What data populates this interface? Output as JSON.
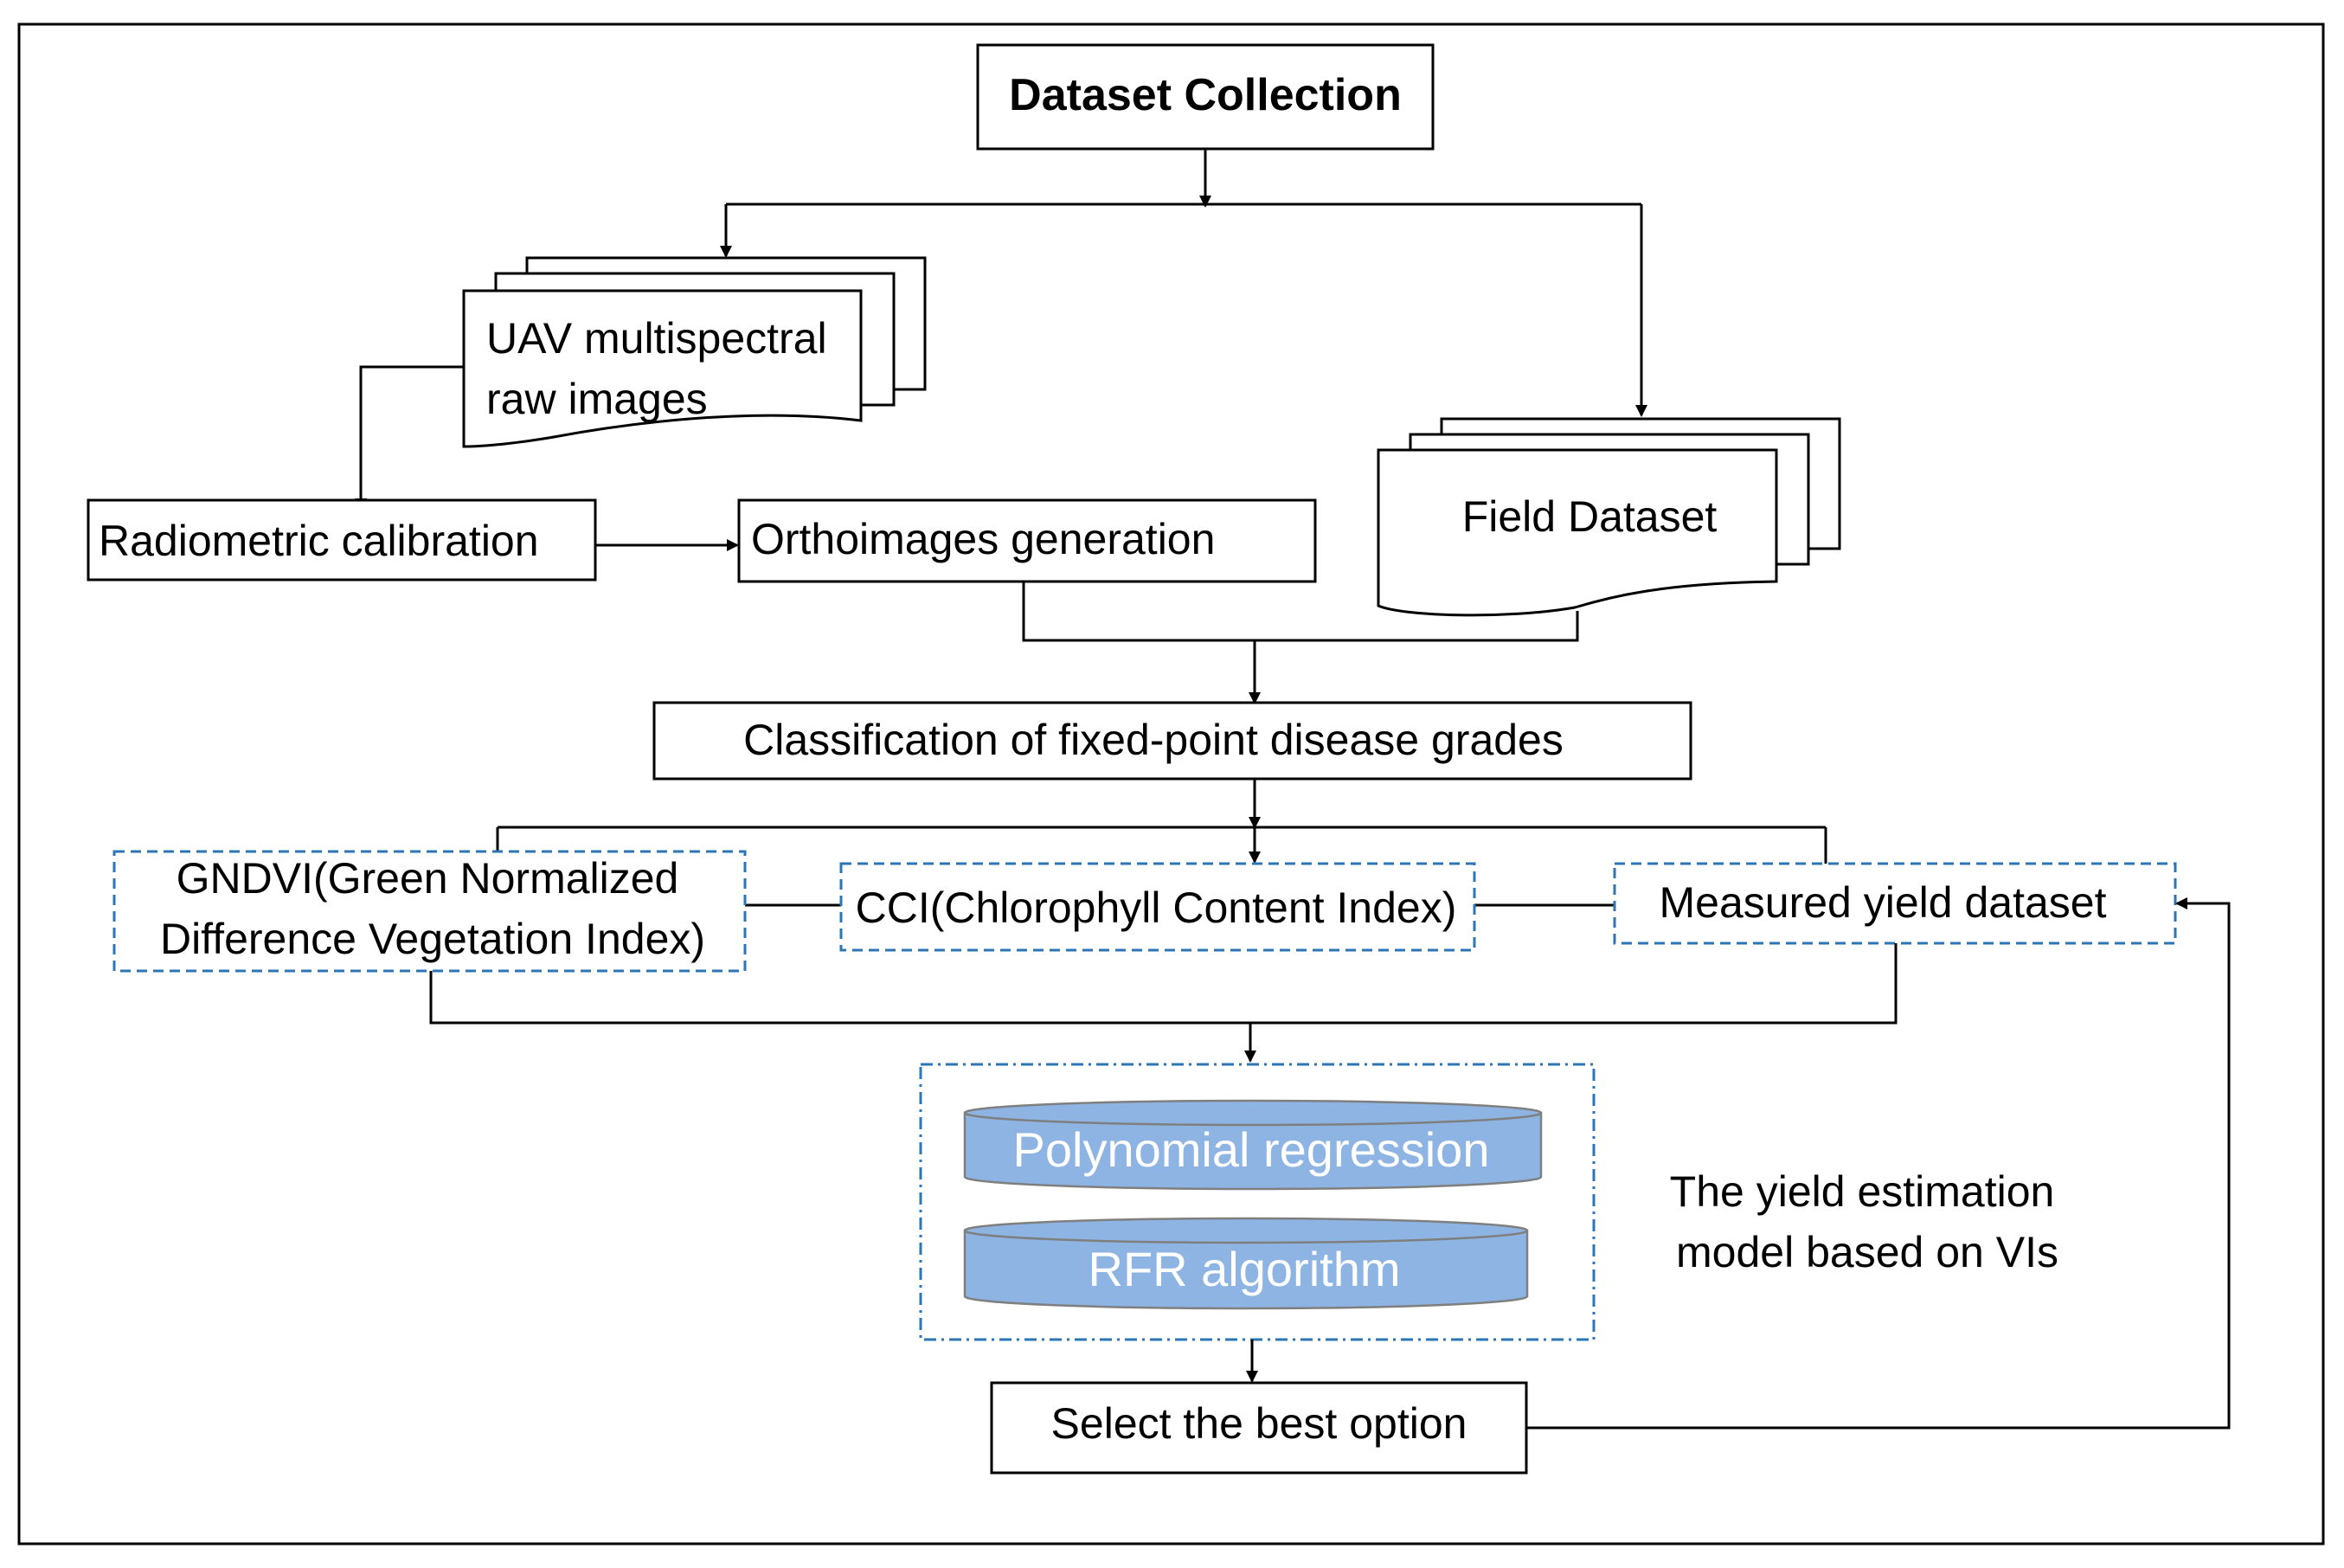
{
  "nodes": {
    "dataset_collection": "Dataset Collection",
    "uav_images_line1": "UAV multispectral",
    "uav_images_line2": "raw images",
    "field_dataset": "Field Dataset",
    "radiometric_calibration": "Radiometric calibration",
    "orthoimages_generation": "Orthoimages generation",
    "classification": "Classification of fixed-point disease grades",
    "gndvi_line1": "GNDVI(Green Normalized",
    "gndvi_line2": "Difference Vegetation Index)",
    "cci": "CCI(Chlorophyll Content Index)",
    "measured_yield": "Measured yield dataset",
    "polynomial_regression": "Polynomial regression",
    "rfr_algorithm": "RFR algorithm",
    "model_caption_line1": "The yield estimation",
    "model_caption_line2": "model based on VIs",
    "select_best": "Select the best option"
  },
  "colors": {
    "line": "#000000",
    "dashed_border": "#2e75b6",
    "cylinder_fill": "#8eb4e3",
    "cylinder_stroke": "#7f7f7f",
    "cylinder_text": "#ffffff"
  }
}
